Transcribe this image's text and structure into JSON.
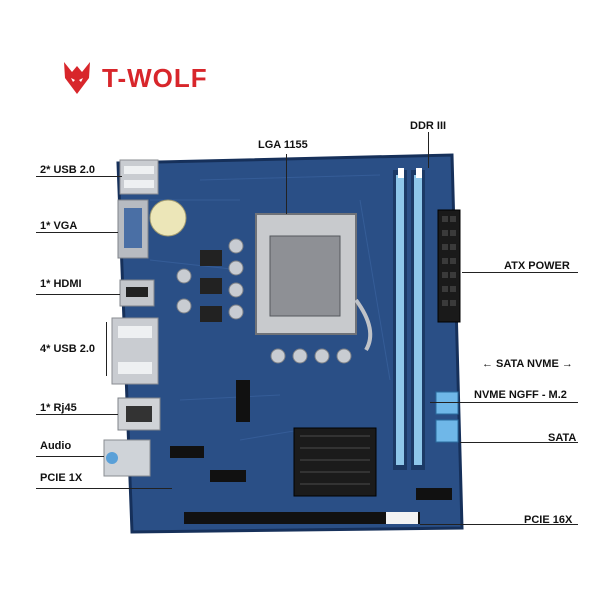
{
  "brand": {
    "name": "T-WOLF",
    "accent": "#d8262b"
  },
  "callouts": {
    "usb_top": "2* USB 2.0",
    "vga": "1* VGA",
    "hdmi": "1* HDMI",
    "usb_rear": "4* USB 2.0",
    "rj45": "1* Rj45",
    "audio": "Audio",
    "pcie1x": "PCIE 1X",
    "socket": "LGA 1155",
    "ddr": "DDR III",
    "atx": "ATX POWER",
    "sata_nvme": "← SATA NVME →",
    "nvme_ngff": "NVME NGFF - M.2",
    "sata": "SATA",
    "pcie16x": "PCIE 16X"
  },
  "colors": {
    "pcb": "#2a4f86",
    "pcb_dark": "#1c3a66",
    "slot_blue": "#8ec7ea",
    "heatsink": "#1b1b1b",
    "socket_metal": "#b9bcc2"
  }
}
